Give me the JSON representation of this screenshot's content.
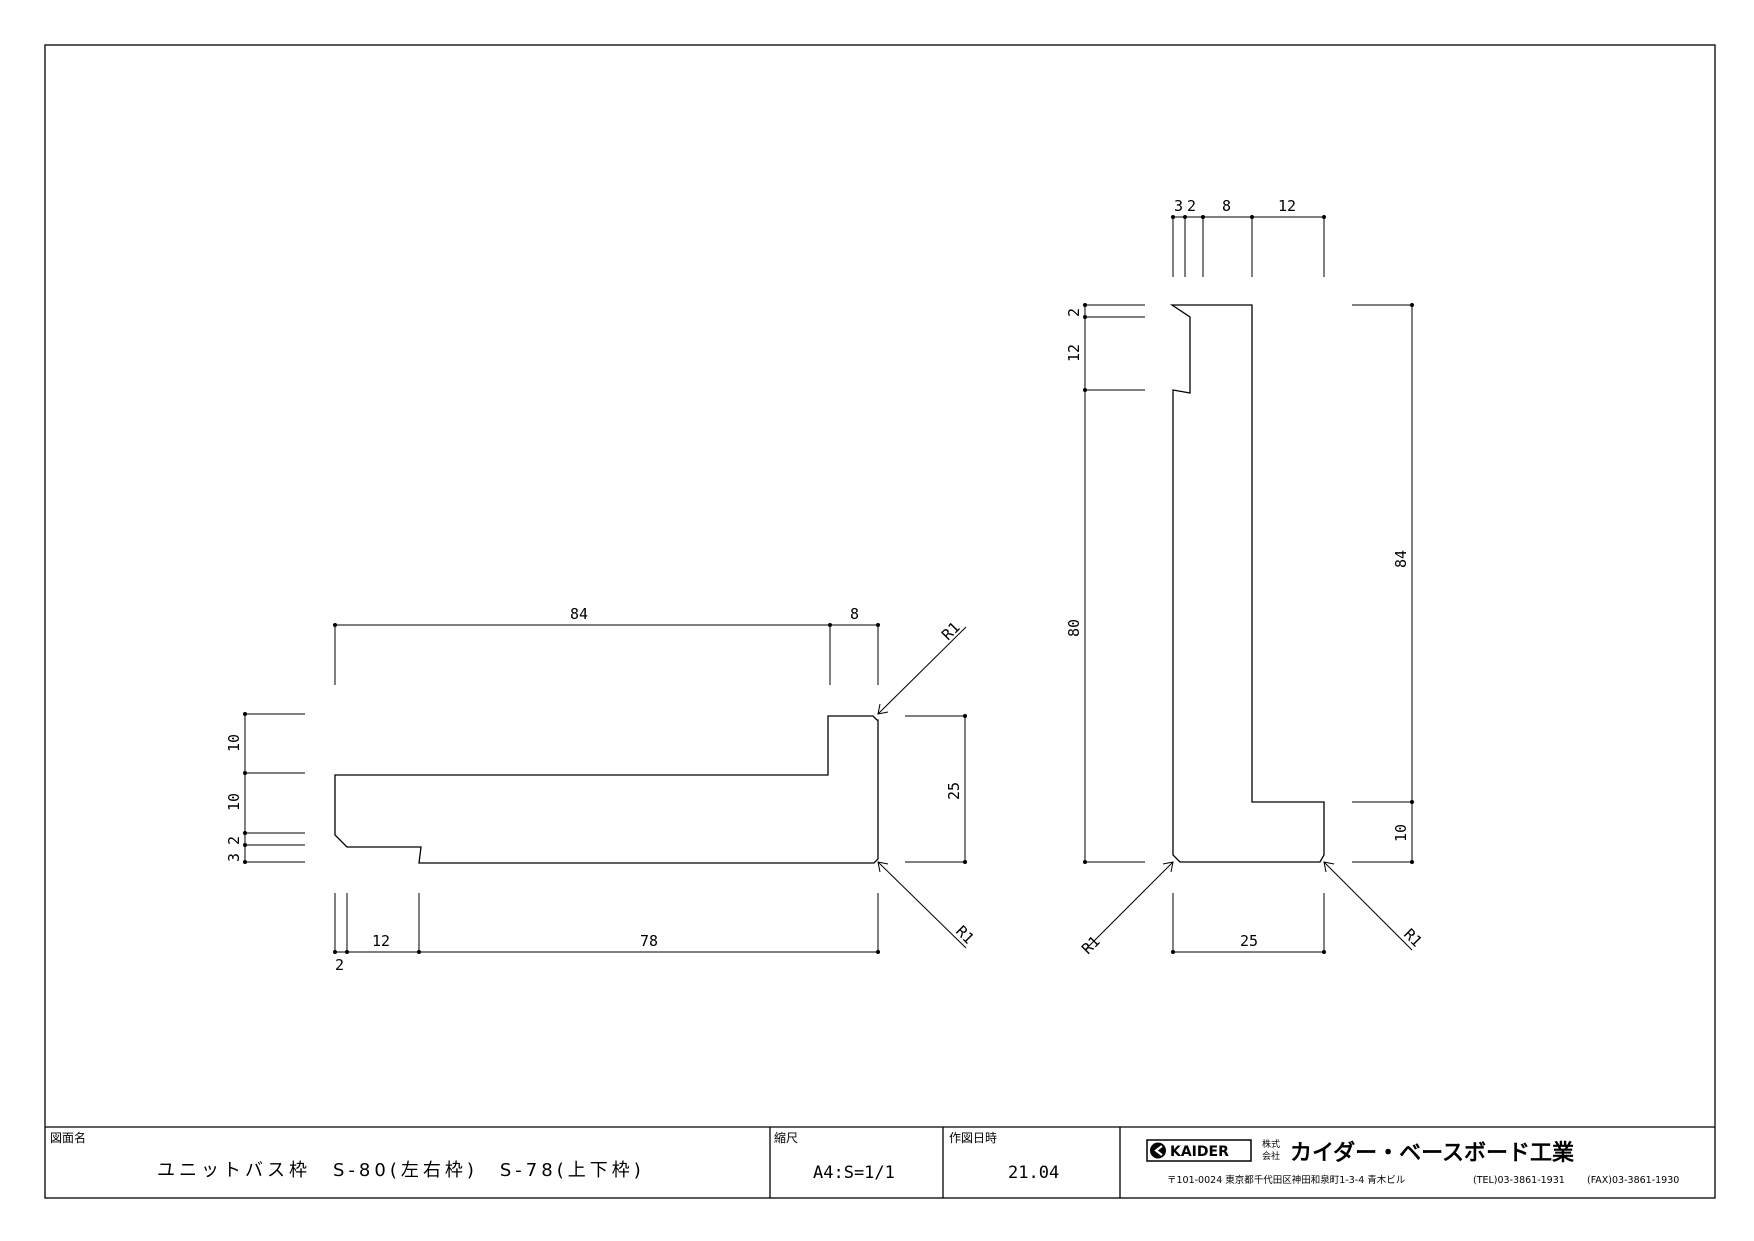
{
  "views": {
    "horizontal": {
      "dimensions": [
        {
          "id": "h-top-84",
          "text": "84"
        },
        {
          "id": "h-top-8",
          "text": "8"
        },
        {
          "id": "h-left-10a",
          "text": "10"
        },
        {
          "id": "h-left-10b",
          "text": "10"
        },
        {
          "id": "h-left-2",
          "text": "2"
        },
        {
          "id": "h-left-3",
          "text": "3"
        },
        {
          "id": "h-right-25",
          "text": "25"
        },
        {
          "id": "h-bot-12",
          "text": "12"
        },
        {
          "id": "h-bot-78",
          "text": "78"
        },
        {
          "id": "h-bot-2",
          "text": "2"
        },
        {
          "id": "h-r1-top",
          "text": "R1"
        },
        {
          "id": "h-r1-bot",
          "text": "R1"
        }
      ]
    },
    "vertical": {
      "dimensions": [
        {
          "id": "v-top-3",
          "text": "3"
        },
        {
          "id": "v-top-2",
          "text": "2"
        },
        {
          "id": "v-top-8",
          "text": "8"
        },
        {
          "id": "v-top-12",
          "text": "12"
        },
        {
          "id": "v-left-2",
          "text": "2"
        },
        {
          "id": "v-left-12",
          "text": "12"
        },
        {
          "id": "v-left-80",
          "text": "80"
        },
        {
          "id": "v-right-84",
          "text": "84"
        },
        {
          "id": "v-right-10",
          "text": "10"
        },
        {
          "id": "v-bot-25",
          "text": "25"
        },
        {
          "id": "v-r1-left",
          "text": "R1"
        },
        {
          "id": "v-r1-right",
          "text": "R1"
        }
      ]
    }
  },
  "title_block": {
    "drawing_name_label": "図面名",
    "drawing_name": "ユニットバス枠　S-80(左右枠)　S-78(上下枠)",
    "scale_label": "縮尺",
    "scale": "A4:S=1/1",
    "date_label": "作図日時",
    "date": "21.04",
    "company": {
      "logo": "KAIDER",
      "kabushiki_top": "株式",
      "kabushiki_bottom": "会社",
      "name": "カイダー・ベースボード工業",
      "address": "〒101-0024 東京都千代田区神田和泉町1-3-4 青木ビル",
      "tel": "(TEL)03-3861-1931",
      "fax": "(FAX)03-3861-1930"
    }
  }
}
